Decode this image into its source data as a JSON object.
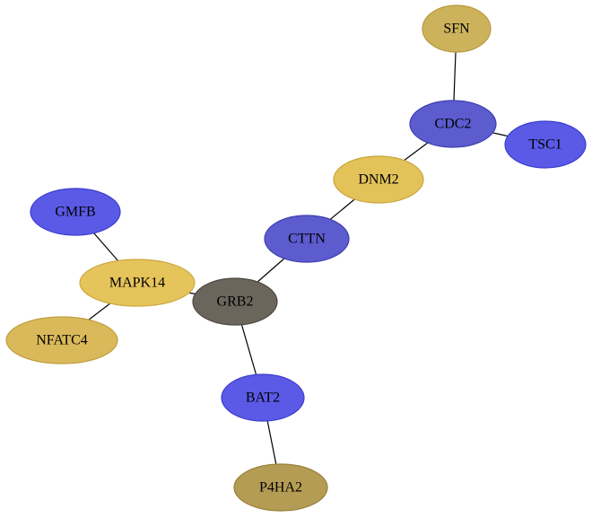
{
  "graph": {
    "nodes": [
      {
        "id": "SFN",
        "label": "SFN",
        "fill": "#cdb25c",
        "stroke": "#b89a40"
      },
      {
        "id": "CDC2",
        "label": "CDC2",
        "fill": "#5c5ccf",
        "stroke": "#3d3db0"
      },
      {
        "id": "TSC1",
        "label": "TSC1",
        "fill": "#5a5ae6",
        "stroke": "#3d3dd0"
      },
      {
        "id": "DNM2",
        "label": "DNM2",
        "fill": "#e3c25a",
        "stroke": "#c9a63d"
      },
      {
        "id": "CTTN",
        "label": "CTTN",
        "fill": "#5c5ccf",
        "stroke": "#3d3db0"
      },
      {
        "id": "GMFB",
        "label": "GMFB",
        "fill": "#5a5ae6",
        "stroke": "#3d3dd0"
      },
      {
        "id": "MAPK14",
        "label": "MAPK14",
        "fill": "#e6c45c",
        "stroke": "#cca83e"
      },
      {
        "id": "GRB2",
        "label": "GRB2",
        "fill": "#6b665c",
        "stroke": "#4c4840"
      },
      {
        "id": "NFATC4",
        "label": "NFATC4",
        "fill": "#d9b95a",
        "stroke": "#bf9e3d"
      },
      {
        "id": "BAT2",
        "label": "BAT2",
        "fill": "#5a5ae6",
        "stroke": "#3d3dd0"
      },
      {
        "id": "P4HA2",
        "label": "P4HA2",
        "fill": "#b59c55",
        "stroke": "#978038"
      }
    ],
    "edges": [
      {
        "source": "SFN",
        "target": "CDC2"
      },
      {
        "source": "CDC2",
        "target": "TSC1"
      },
      {
        "source": "CDC2",
        "target": "DNM2"
      },
      {
        "source": "DNM2",
        "target": "CTTN"
      },
      {
        "source": "CTTN",
        "target": "GRB2"
      },
      {
        "source": "GMFB",
        "target": "MAPK14"
      },
      {
        "source": "MAPK14",
        "target": "GRB2"
      },
      {
        "source": "MAPK14",
        "target": "NFATC4"
      },
      {
        "source": "GRB2",
        "target": "BAT2"
      },
      {
        "source": "BAT2",
        "target": "P4HA2"
      }
    ]
  }
}
